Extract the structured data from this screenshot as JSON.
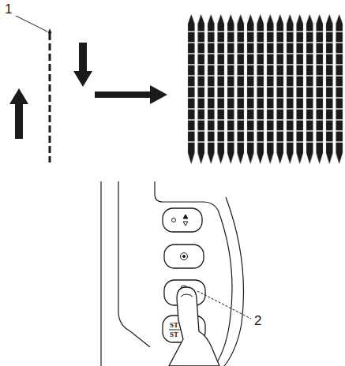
{
  "diagram": {
    "labels": [
      "1",
      "2",
      "ST",
      "ST"
    ]
  }
}
